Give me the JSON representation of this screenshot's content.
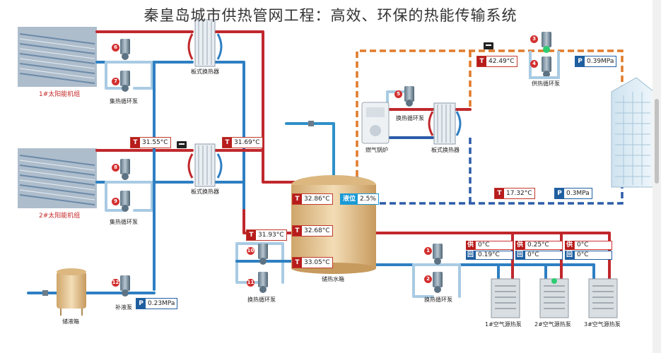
{
  "title": "秦皇岛城市供热管网工程：高效、环保的热能传输系统",
  "solar_units": {
    "unit1": "1#太阳能机组",
    "unit2": "2#太阳能机组"
  },
  "heat_exchangers": {
    "hx1": "板式换热器",
    "hx2": "板式换热器",
    "hx3": "板式换热器"
  },
  "pumps": {
    "collector_a": "集热循环泵",
    "collector_b": "集热循环泵",
    "gas_loop": "换热循环泵",
    "supply": "供热循环泵",
    "tank_a": "换热循环泵",
    "tank_b": "换热循环泵",
    "makeup": "补液泵"
  },
  "pump_numbers": [
    "1",
    "2",
    "3",
    "4",
    "5",
    "6",
    "7",
    "8",
    "9",
    "10",
    "11",
    "12"
  ],
  "equipment": {
    "gas_boiler": "燃气锅炉",
    "storage_tank": "储热水箱",
    "liquid_tank": "储液箱",
    "hp1": "1#空气源热泵",
    "hp2": "2#空气源热泵",
    "hp3": "3#空气源热泵"
  },
  "readings": {
    "t_solar1_a": "31.55°C",
    "t_solar1_b": "31.69°C",
    "t_tank_in": "32.86°C",
    "t_tank_mid": "32.68°C",
    "t_tank_out": "33.05°C",
    "t_tank_loop": "31.93°C",
    "t_supply": "42.49°C",
    "p_supply": "0.39MPa",
    "t_return": "17.32°C",
    "p_return": "0.3MPa",
    "p_makeup": "0.23MPa",
    "level_label": "液位",
    "level_value": "2.5%"
  },
  "tag_keys": {
    "temperature": "T",
    "pressure": "P",
    "supply": "供",
    "return": "回"
  },
  "heat_pump_readings": [
    {
      "supply": "0°C",
      "return": "0.19°C"
    },
    {
      "supply": "0.25°C",
      "return": "0°C"
    },
    {
      "supply": "0°C",
      "return": "0°C"
    }
  ],
  "colors": {
    "hot_pipe": "#c0282c",
    "cold_pipe": "#2e7fc2",
    "dashed_hot": "#e07a2a",
    "dashed_cold": "#2b5ca8",
    "tank_fill": "#e7c79a"
  }
}
